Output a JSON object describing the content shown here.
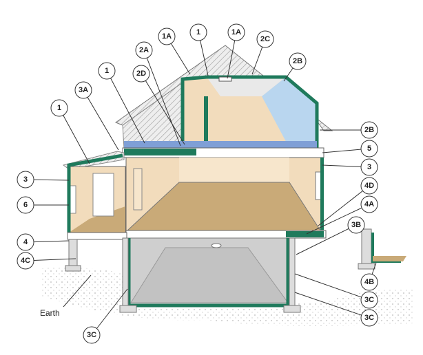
{
  "labels": [
    "1A",
    "1",
    "1A",
    "2C",
    "2A",
    "2B",
    "1",
    "2D",
    "3A",
    "1",
    "2B",
    "5",
    "3",
    "3",
    "4D",
    "6",
    "4A",
    "3B",
    "4",
    "4C",
    "4B",
    "3C",
    "3C",
    "3C"
  ],
  "earth_label": "Earth",
  "colors": {
    "insulation_green": "#1f7a5c",
    "wall_beige": "#f2dcbc",
    "floor_brown": "#c9aa78",
    "attic_blue": "#b9d6ef",
    "roof_gray": "#d9d9d9",
    "basement_gray": "#c9c9c9"
  }
}
